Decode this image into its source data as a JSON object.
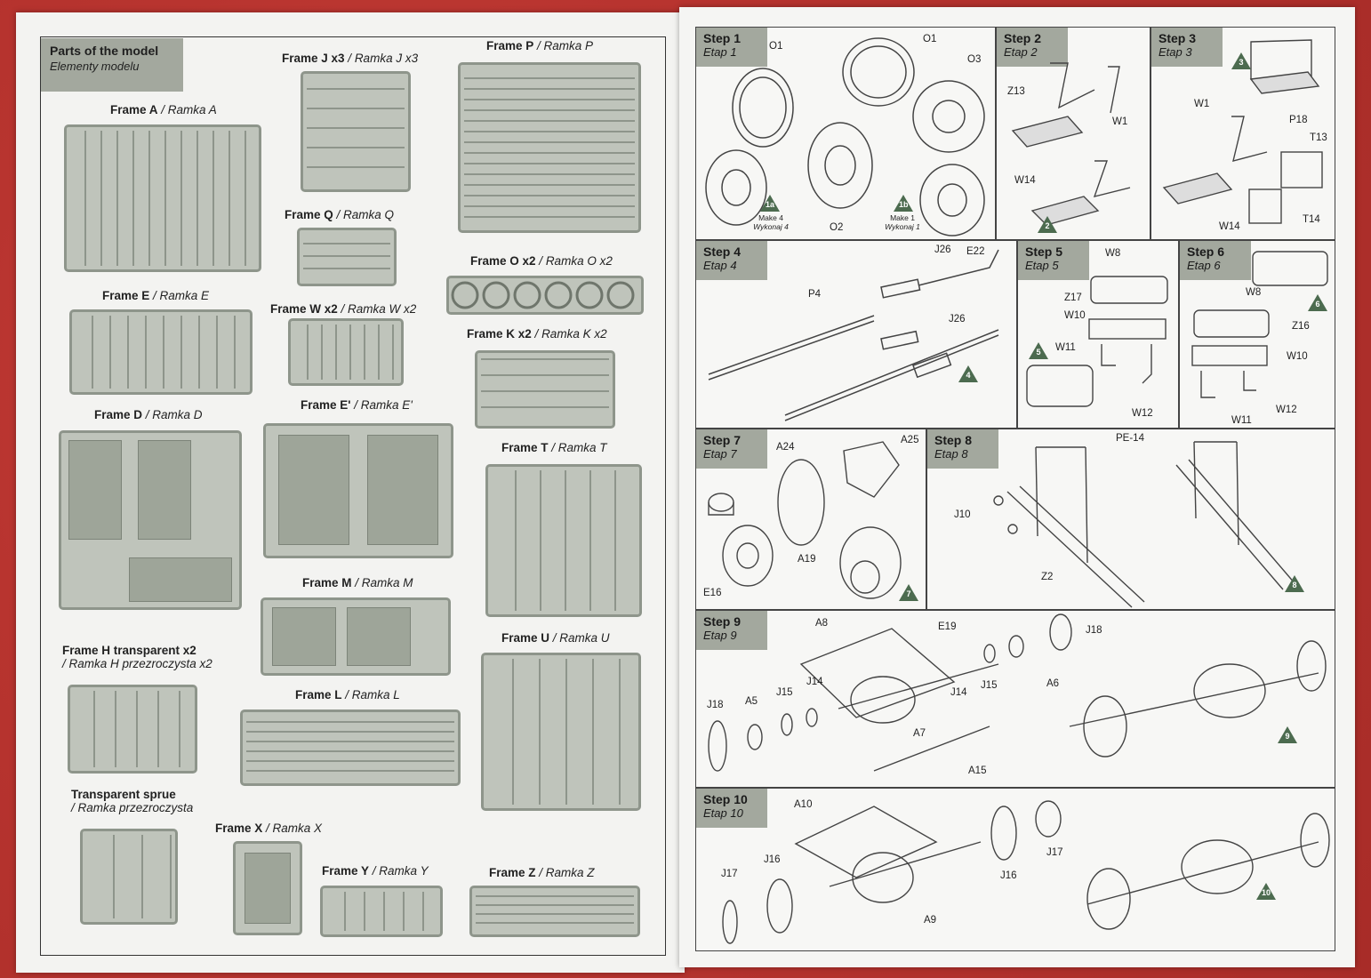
{
  "parts_page": {
    "heading": "Parts of the model",
    "heading_pl": "Elementy modelu",
    "frames": [
      {
        "en": "Frame A",
        "pl": "Ramka A"
      },
      {
        "en": "Frame J x3",
        "pl": "Ramka J x3"
      },
      {
        "en": "Frame P",
        "pl": "Ramka P"
      },
      {
        "en": "Frame Q",
        "pl": "Ramka Q"
      },
      {
        "en": "Frame O x2",
        "pl": "Ramka O x2"
      },
      {
        "en": "Frame E",
        "pl": "Ramka E"
      },
      {
        "en": "Frame W x2",
        "pl": "Ramka W x2"
      },
      {
        "en": "Frame K x2",
        "pl": "Ramka K x2"
      },
      {
        "en": "Frame D",
        "pl": "Ramka D"
      },
      {
        "en": "Frame E'",
        "pl": "Ramka E'"
      },
      {
        "en": "Frame T",
        "pl": "Ramka T"
      },
      {
        "en": "Frame M",
        "pl": "Ramka M"
      },
      {
        "en": "Frame U",
        "pl": "Ramka U"
      },
      {
        "en": "Frame H transparent x2",
        "pl": "Ramka H przezroczysta x2"
      },
      {
        "en": "Frame L",
        "pl": "Ramka L"
      },
      {
        "en": "Transparent sprue",
        "pl": "Ramka przezroczysta"
      },
      {
        "en": "Frame X",
        "pl": "Ramka X"
      },
      {
        "en": "Frame Y",
        "pl": "Ramka Y"
      },
      {
        "en": "Frame Z",
        "pl": "Ramka Z"
      }
    ]
  },
  "steps_page": {
    "steps": [
      {
        "en": "Step 1",
        "pl": "Etap 1",
        "parts": [
          "O1",
          "O1",
          "O3",
          "O2"
        ],
        "badges": [
          "1a",
          "1b"
        ],
        "notes": [
          {
            "en": "Make 4",
            "pl": "Wykonaj 4"
          },
          {
            "en": "Make 1",
            "pl": "Wykonaj 1"
          }
        ]
      },
      {
        "en": "Step 2",
        "pl": "Etap 2",
        "parts": [
          "Z13",
          "W1",
          "W14"
        ],
        "badges": [
          "2"
        ]
      },
      {
        "en": "Step 3",
        "pl": "Etap 3",
        "parts": [
          "W1",
          "P18",
          "T13",
          "W14",
          "T14"
        ],
        "badges": [
          "3"
        ]
      },
      {
        "en": "Step 4",
        "pl": "Etap 4",
        "parts": [
          "J26",
          "E22",
          "P4",
          "J26"
        ],
        "badges": [
          "4"
        ]
      },
      {
        "en": "Step 5",
        "pl": "Etap 5",
        "parts": [
          "W8",
          "Z17",
          "W10",
          "W11",
          "W12"
        ],
        "badges": [
          "5"
        ]
      },
      {
        "en": "Step 6",
        "pl": "Etap 6",
        "parts": [
          "W8",
          "Z16",
          "W10",
          "W12",
          "W11"
        ],
        "badges": [
          "6"
        ]
      },
      {
        "en": "Step 7",
        "pl": "Etap 7",
        "parts": [
          "A24",
          "A25",
          "A19",
          "E16"
        ],
        "badges": [
          "7"
        ]
      },
      {
        "en": "Step 8",
        "pl": "Etap 8",
        "parts": [
          "PE-14",
          "J10",
          "Z2"
        ],
        "badges": [
          "8"
        ]
      },
      {
        "en": "Step 9",
        "pl": "Etap 9",
        "parts": [
          "A8",
          "E19",
          "J18",
          "J18",
          "A5",
          "J15",
          "J14",
          "J14",
          "J15",
          "A6",
          "A7",
          "A15"
        ],
        "badges": [
          "9"
        ]
      },
      {
        "en": "Step 10",
        "pl": "Etap 10",
        "parts": [
          "A10",
          "J16",
          "J17",
          "J16",
          "J17",
          "A9"
        ],
        "badges": [
          "10"
        ]
      }
    ]
  }
}
